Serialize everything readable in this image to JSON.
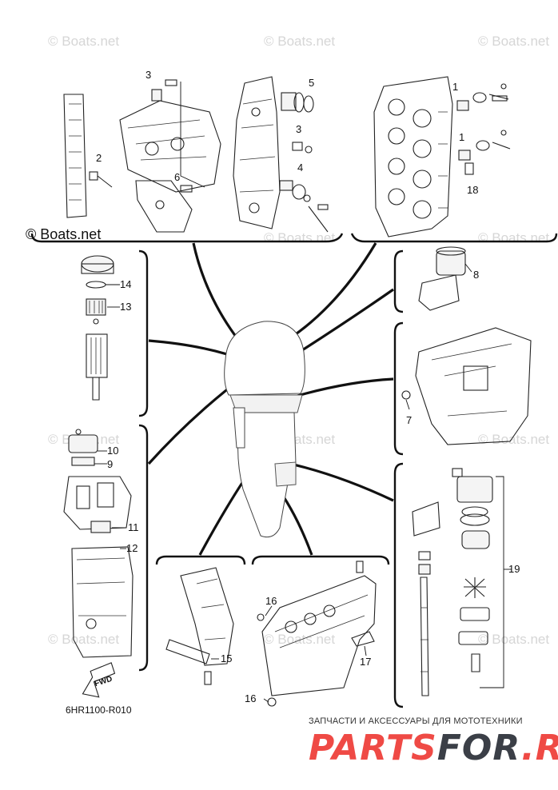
{
  "callouts": {
    "c1a": "1",
    "c1b": "1",
    "c2": "2",
    "c3a": "3",
    "c3b": "3",
    "c4": "4",
    "c5": "5",
    "c6": "6",
    "c7": "7",
    "c8": "8",
    "c9": "9",
    "c10": "10",
    "c11": "11",
    "c12": "12",
    "c13": "13",
    "c14": "14",
    "c15": "15",
    "c16a": "16",
    "c16b": "16",
    "c17": "17",
    "c18": "18",
    "c19": "19"
  },
  "watermarks": {
    "boats_net": "© Boats.net",
    "boats_net_dark": "© Boats.net"
  },
  "diagram_code": "6HR1100-R010",
  "fwd_label": "FWD",
  "shop_banner": {
    "tagline": "ЗАПЧАСТИ И АКСЕССУАРЫ ДЛЯ МОТОТЕХНИКИ",
    "brand_part1": "PARTS",
    "brand_part2": "FOR",
    "brand_part3": ".RU",
    "brand_color": "#ef4a45",
    "brand_accent": "#3b3f47"
  }
}
